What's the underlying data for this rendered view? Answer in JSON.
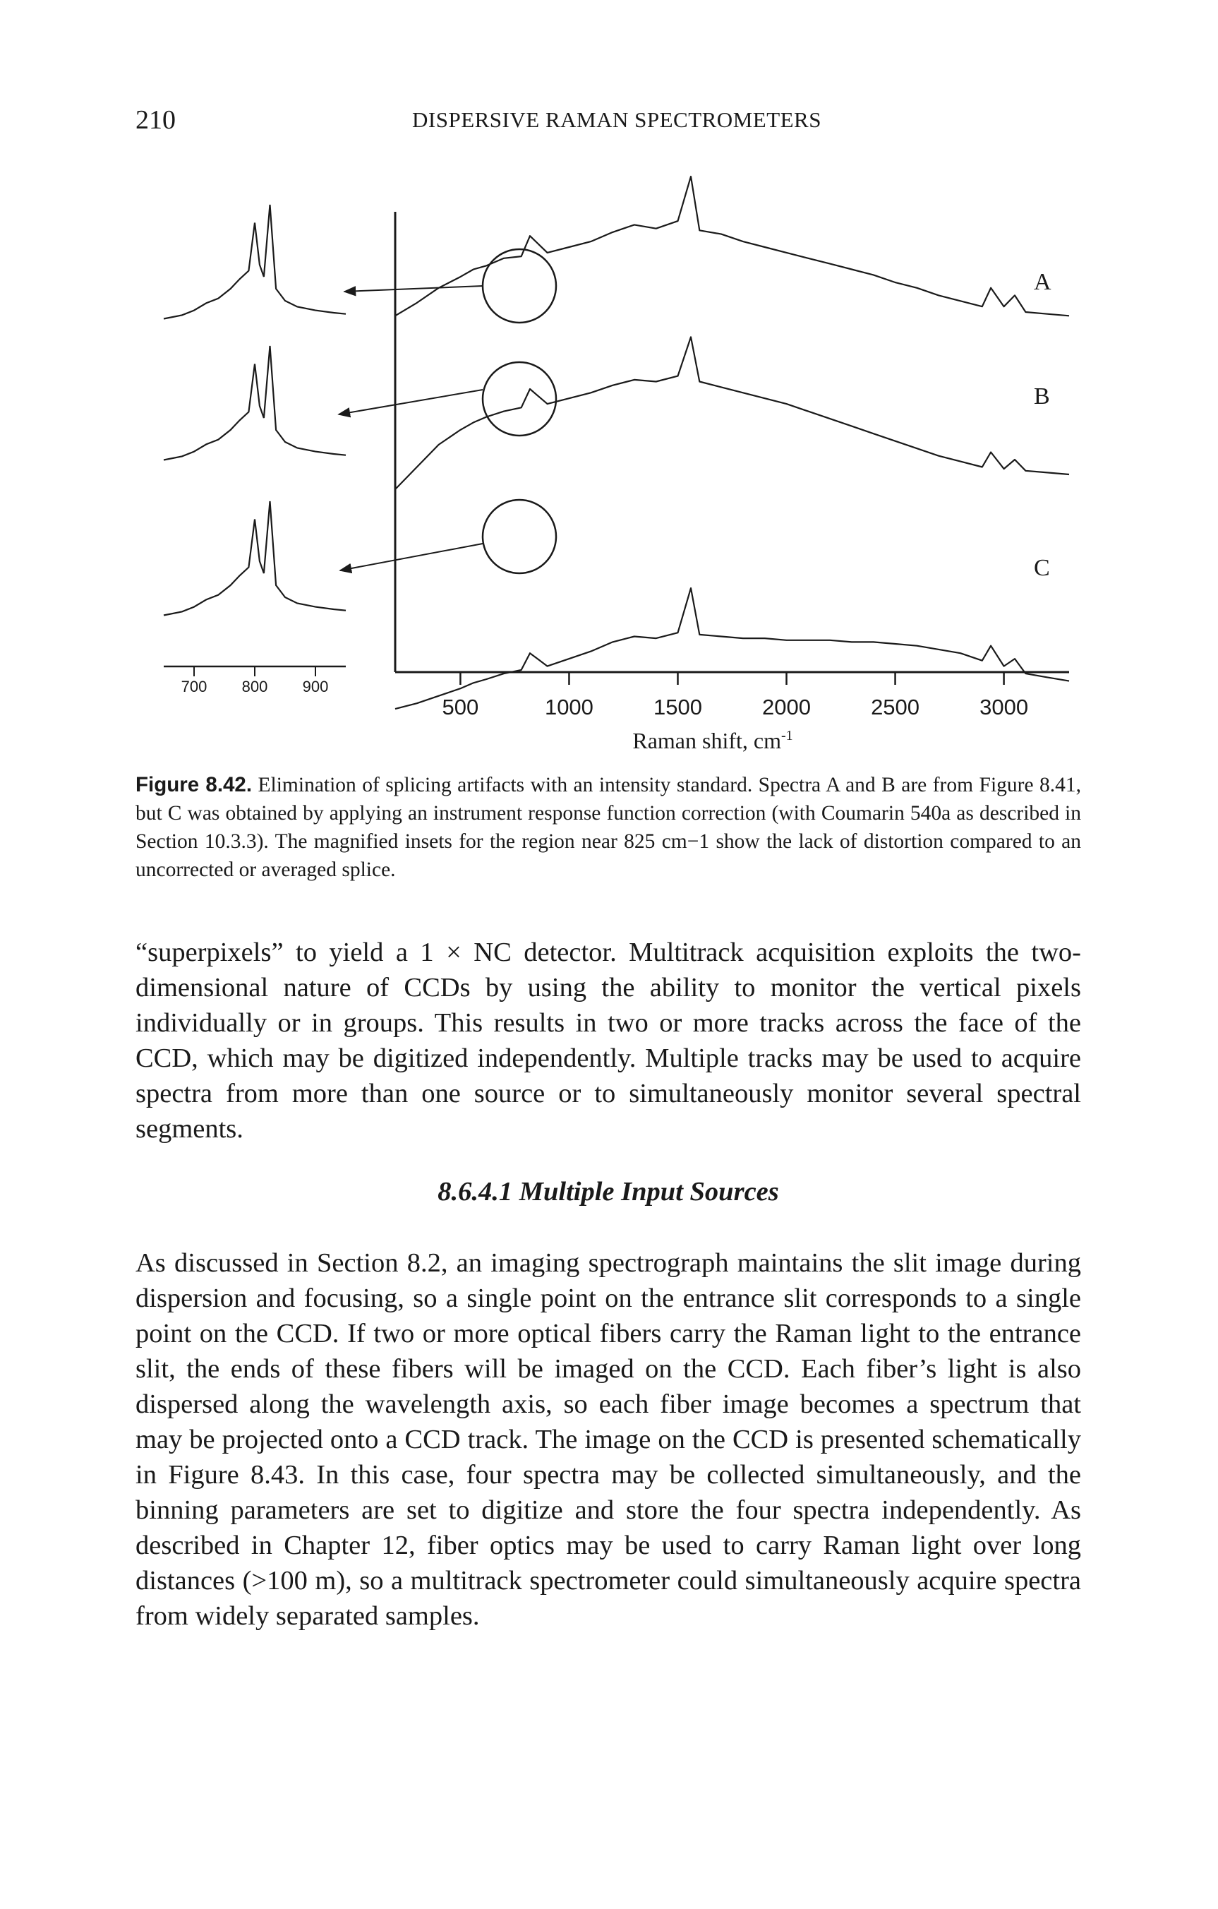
{
  "header": {
    "page_number": "210",
    "running_title": "DISPERSIVE RAMAN SPECTROMETERS"
  },
  "figure": {
    "curve_labels": [
      "A",
      "B",
      "C"
    ],
    "inset_ticks": [
      "700",
      "800",
      "900"
    ],
    "main_ticks": [
      "500",
      "1000",
      "1500",
      "2000",
      "2500",
      "3000"
    ],
    "xlabel_text": "Raman shift, cm",
    "xlabel_sup": "-1"
  },
  "chart_data": {
    "type": "line",
    "series": [
      {
        "name": "A",
        "x": [
          200,
          300,
          400,
          500,
          560,
          620,
          700,
          780,
          820,
          900,
          1000,
          1100,
          1200,
          1300,
          1400,
          1500,
          1560,
          1600,
          1700,
          1800,
          1900,
          2000,
          2100,
          2200,
          2300,
          2400,
          2500,
          2600,
          2700,
          2800,
          2900,
          2940,
          3000,
          3050,
          3100,
          3200,
          3300
        ],
        "y": [
          0.55,
          0.62,
          0.7,
          0.76,
          0.8,
          0.82,
          0.86,
          0.87,
          0.98,
          0.89,
          0.92,
          0.95,
          1.0,
          1.04,
          1.02,
          1.06,
          1.3,
          1.01,
          0.99,
          0.95,
          0.92,
          0.89,
          0.86,
          0.83,
          0.8,
          0.77,
          0.73,
          0.7,
          0.66,
          0.63,
          0.6,
          0.7,
          0.6,
          0.66,
          0.57,
          0.56,
          0.55
        ]
      },
      {
        "name": "B",
        "x": [
          200,
          300,
          400,
          500,
          560,
          620,
          700,
          780,
          820,
          900,
          1000,
          1100,
          1200,
          1300,
          1400,
          1500,
          1560,
          1600,
          1700,
          1800,
          1900,
          2000,
          2100,
          2200,
          2300,
          2400,
          2500,
          2600,
          2700,
          2800,
          2900,
          2940,
          3000,
          3050,
          3100,
          3200,
          3300
        ],
        "y": [
          0.3,
          0.42,
          0.54,
          0.62,
          0.66,
          0.69,
          0.72,
          0.74,
          0.84,
          0.76,
          0.79,
          0.82,
          0.86,
          0.89,
          0.88,
          0.91,
          1.12,
          0.88,
          0.85,
          0.82,
          0.79,
          0.76,
          0.72,
          0.68,
          0.64,
          0.6,
          0.56,
          0.52,
          0.48,
          0.45,
          0.42,
          0.5,
          0.41,
          0.46,
          0.4,
          0.39,
          0.38
        ]
      },
      {
        "name": "C",
        "x": [
          200,
          300,
          400,
          500,
          560,
          620,
          700,
          780,
          820,
          900,
          1000,
          1100,
          1200,
          1300,
          1400,
          1500,
          1560,
          1600,
          1700,
          1800,
          1900,
          2000,
          2100,
          2200,
          2300,
          2400,
          2500,
          2600,
          2700,
          2800,
          2900,
          2940,
          3000,
          3050,
          3100,
          3200,
          3300
        ],
        "y": [
          0.03,
          0.06,
          0.1,
          0.14,
          0.17,
          0.19,
          0.22,
          0.24,
          0.33,
          0.26,
          0.3,
          0.34,
          0.39,
          0.42,
          0.41,
          0.44,
          0.68,
          0.43,
          0.42,
          0.41,
          0.41,
          0.4,
          0.4,
          0.4,
          0.39,
          0.39,
          0.38,
          0.37,
          0.35,
          0.33,
          0.29,
          0.37,
          0.26,
          0.3,
          0.22,
          0.2,
          0.18
        ]
      }
    ],
    "xlabel": "Raman shift, cm-1",
    "xlim": [
      200,
      3300
    ],
    "xticks": [
      500,
      1000,
      1500,
      2000,
      2500,
      3000
    ],
    "insets": {
      "region": "near 825 cm-1",
      "xticks": [
        700,
        800,
        900
      ]
    },
    "grid": false
  },
  "caption": {
    "label": "Figure 8.42.",
    "text": "Elimination of splicing artifacts with an intensity standard. Spectra A and B are from Figure 8.41, but C was obtained by applying an instrument response function correction (with Coumarin 540a as described in Section 10.3.3). The magnified insets for the region near 825 cm−1 show the lack of distortion compared to an uncorrected or averaged splice."
  },
  "body": {
    "paragraph_1": "“superpixels” to yield a 1 × NC detector. Multitrack acquisition exploits the two-dimensional nature of CCDs by using the ability to monitor the vertical pixels individually or in groups. This results in two or more tracks across the face of the CCD, which may be digitized independently. Multiple tracks may be used to acquire spectra from more than one source or to simultaneously monitor several spectral segments.",
    "section_heading": "8.6.4.1  Multiple Input Sources",
    "paragraph_2": "As discussed in Section 8.2, an imaging spectrograph maintains the slit image during dispersion and focusing, so a single point on the entrance slit corresponds to a single point on the CCD. If two or more optical fibers carry the Raman light to the entrance slit, the ends of these fibers will be imaged on the CCD. Each fiber’s light is also dispersed along the wavelength axis, so each fiber image becomes a spectrum that may be projected onto a CCD track. The image on the CCD is presented schematically in Figure 8.43. In this case, four spectra may be collected simultaneously, and the binning parameters are set to digitize and store the four spectra independently. As described in Chapter 12, fiber optics may be used to carry Raman light over long distances (>100 m), so a multitrack spectrometer could simultaneously acquire spectra from widely separated samples."
  }
}
